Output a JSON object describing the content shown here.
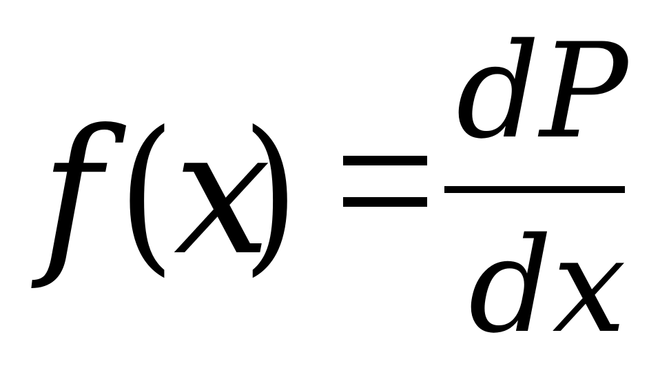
{
  "formula": {
    "function_name": "f",
    "left_paren": "(",
    "variable": "x",
    "right_paren": ")",
    "numerator": "dP",
    "denominator": "dx"
  }
}
